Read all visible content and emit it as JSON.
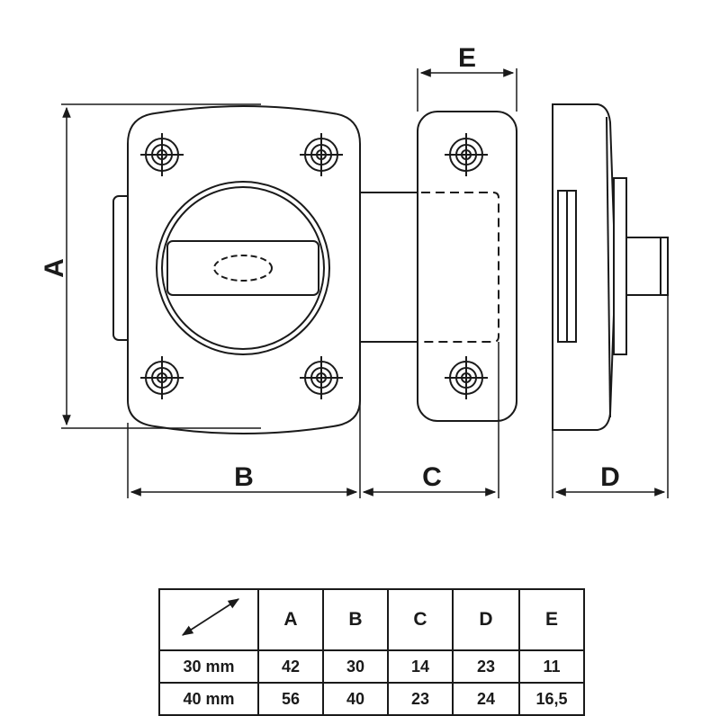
{
  "dimensions": {
    "a": "A",
    "b": "B",
    "c": "C",
    "d": "D",
    "e": "E"
  },
  "table": {
    "corner_icon": "diagonal-double-arrow-icon",
    "headers": [
      "A",
      "B",
      "C",
      "D",
      "E"
    ],
    "rows": [
      {
        "size": "30 mm",
        "values": [
          "42",
          "30",
          "14",
          "23",
          "11"
        ]
      },
      {
        "size": "40 mm",
        "values": [
          "56",
          "40",
          "23",
          "24",
          "16,5"
        ]
      }
    ]
  }
}
